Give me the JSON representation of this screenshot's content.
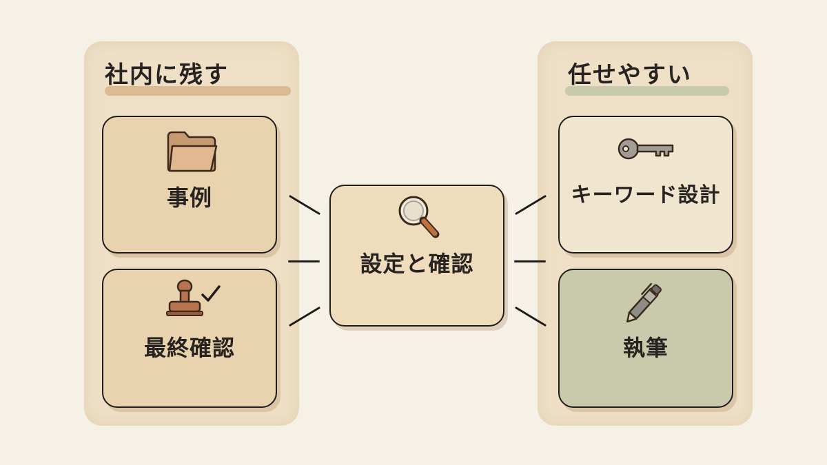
{
  "left_column": {
    "title": "社内に残す",
    "cards": [
      {
        "label": "事例",
        "icon": "folder-icon"
      },
      {
        "label": "最終確認",
        "icon": "stamp-check-icon"
      }
    ]
  },
  "center": {
    "label": "設定と確認",
    "icon": "magnifier-icon"
  },
  "right_column": {
    "title": "任せやすい",
    "cards": [
      {
        "label": "キーワード設計",
        "icon": "key-icon"
      },
      {
        "label": "執筆",
        "icon": "pen-icon"
      }
    ]
  },
  "colors": {
    "background": "#f6f1e6",
    "left_panel": "#eedfc6",
    "left_card": "#e9d2ad",
    "right_card_top": "#f0e5cf",
    "right_card_bottom": "#c8c7aa",
    "center_card": "#eedcbd",
    "outline": "#1f1d1b"
  }
}
